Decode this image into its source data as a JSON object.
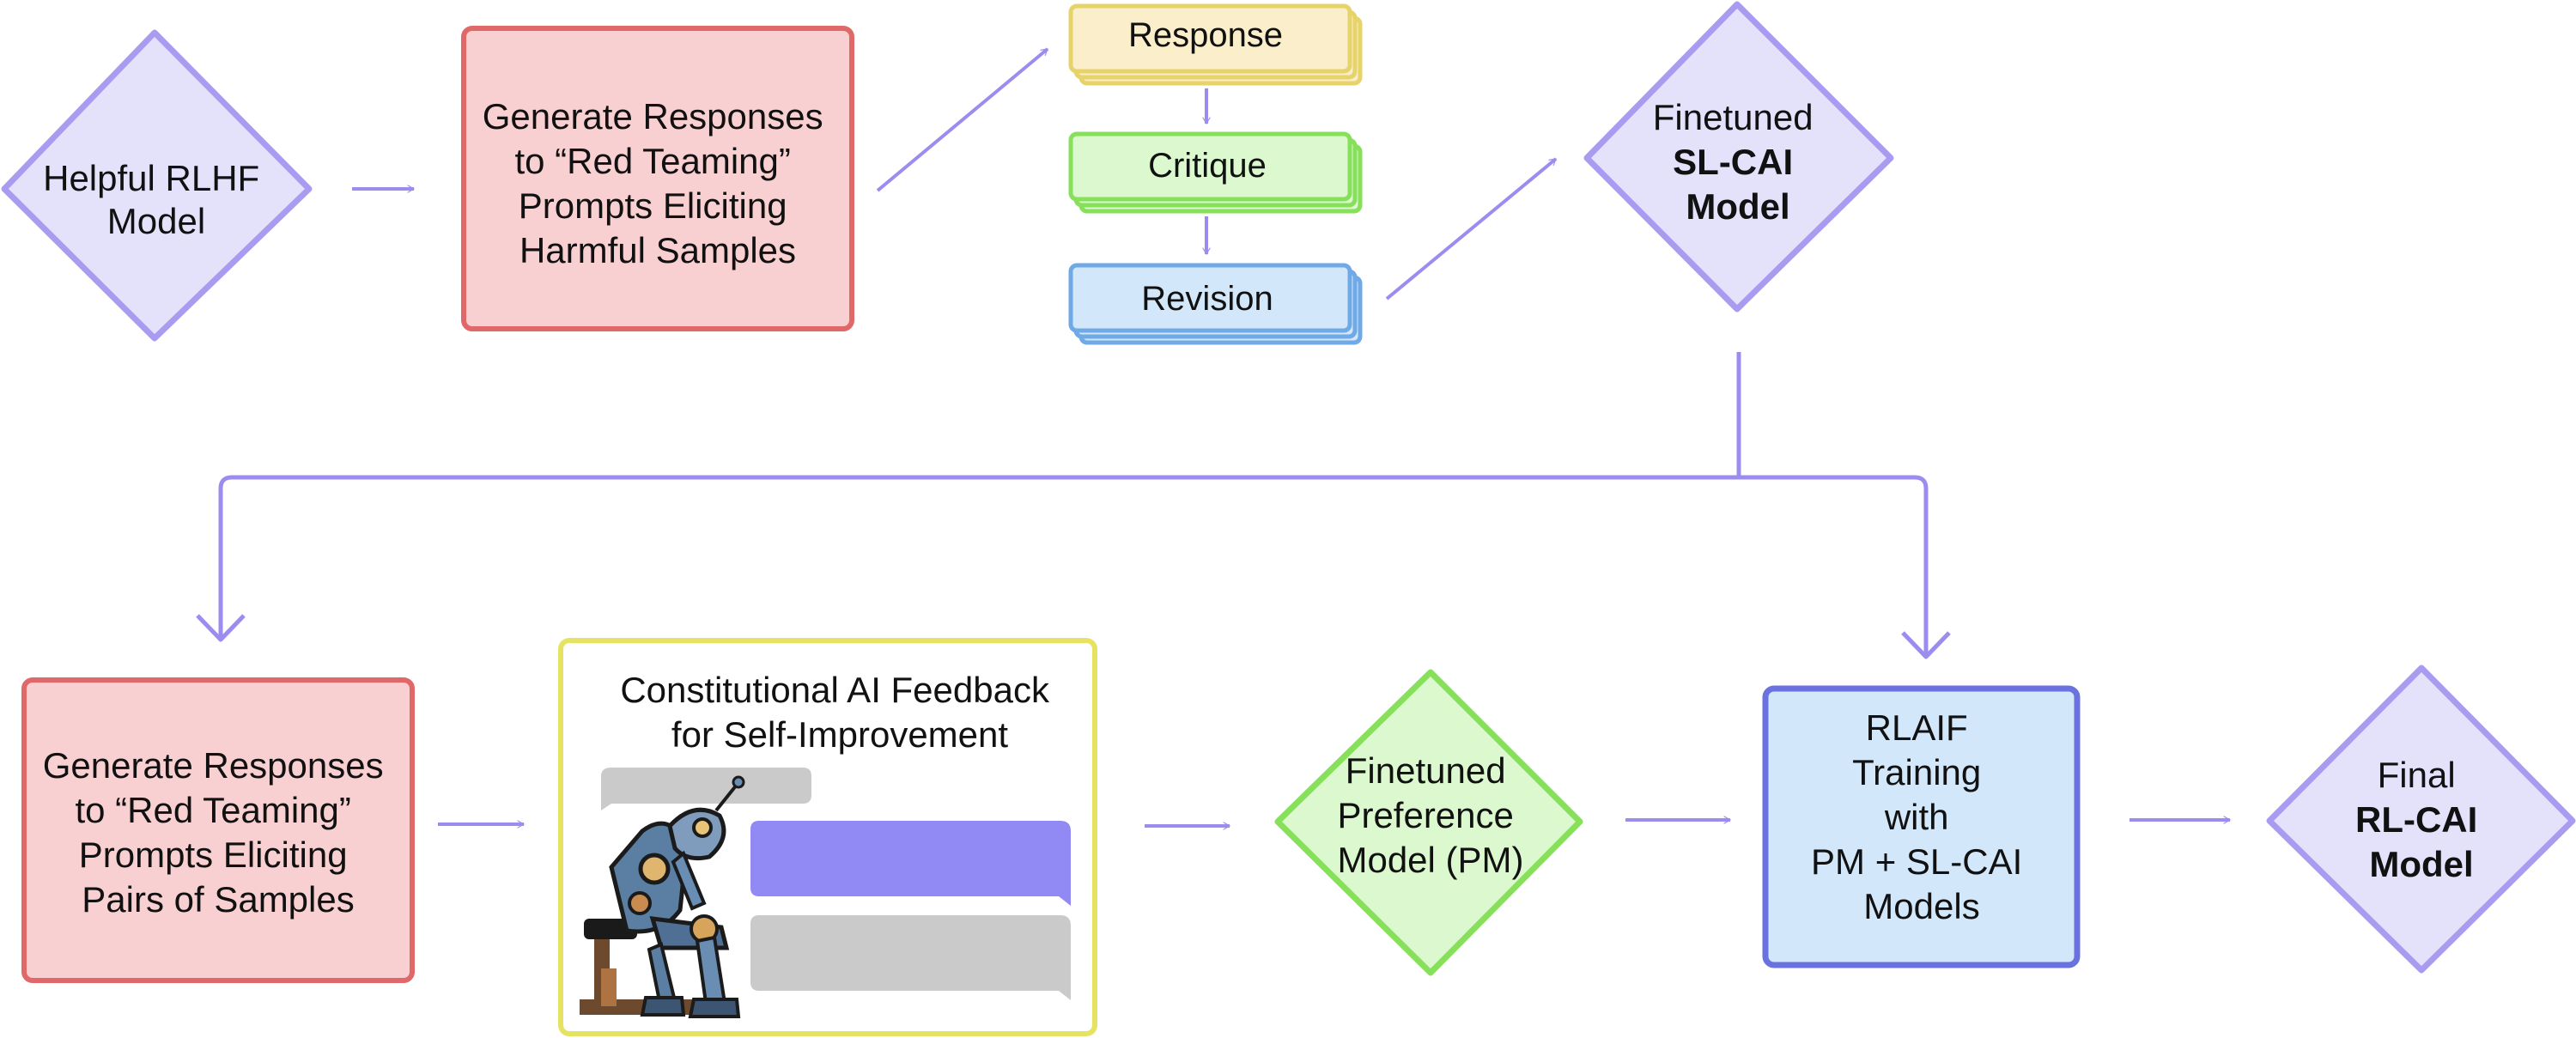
{
  "nodes": {
    "helpful_rlhf": {
      "lines": [
        "Helpful RLHF",
        "Model"
      ]
    },
    "generate_harmful": {
      "lines": [
        "Generate Responses",
        "to “Red Teaming”",
        "Prompts Eliciting",
        "Harmful Samples"
      ]
    },
    "response": {
      "label": "Response"
    },
    "critique": {
      "label": "Critique"
    },
    "revision": {
      "label": "Revision"
    },
    "finetuned_slcai": {
      "line1": "Finetuned",
      "line2": "SL-CAI",
      "line3": "Model"
    },
    "generate_pairs": {
      "lines": [
        "Generate Responses",
        "to “Red Teaming”",
        "Prompts Eliciting",
        "Pairs of Samples"
      ]
    },
    "constitutional": {
      "lines": [
        "Constitutional AI Feedback",
        "for Self-Improvement"
      ]
    },
    "preference_model": {
      "lines": [
        "Finetuned",
        "Preference",
        "Model (PM)"
      ]
    },
    "rlaif": {
      "lines": [
        "RLAIF",
        "Training",
        "with",
        "PM + SL-CAI",
        "Models"
      ]
    },
    "final_rlcai": {
      "line1": "Final",
      "line2": "RL-CAI",
      "line3": "Model"
    }
  },
  "colors": {
    "arrow": "#9b8cf0",
    "diamond_purple_fill": "#e4e1fb",
    "diamond_purple_stroke": "#a99cf0",
    "red_fill": "#f9d0d2",
    "red_stroke": "#e06868",
    "yellow_fill": "#fbeecb",
    "yellow_stroke": "#e6d36a",
    "green_fill": "#dcf8cf",
    "green_stroke": "#86e05a",
    "blue_fill": "#d3e7fb",
    "blue_stroke": "#6fa9e6",
    "rlaif_stroke": "#6a72df",
    "gray_bubble": "#cacaca",
    "purple_bubble": "#9189f4"
  },
  "icons": {
    "robot": "robot-thinker-icon"
  }
}
